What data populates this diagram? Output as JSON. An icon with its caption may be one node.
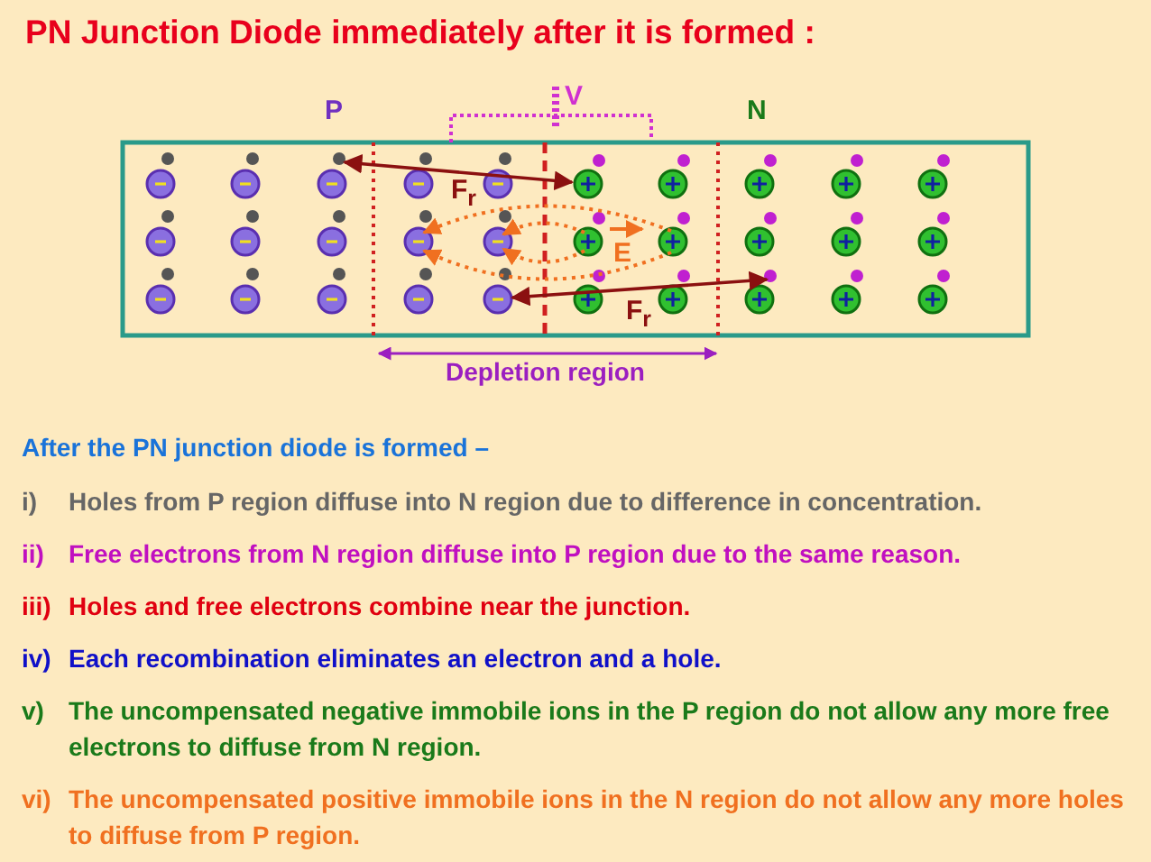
{
  "diagram": {
    "title": "PN Junction Diode immediately after it is formed :",
    "labels": [
      "P",
      "V",
      "N",
      "F$_{r}$",
      "E",
      "F$_{r}$",
      "Depletion region",
      "After the PN junction diode is formed –",
      "i)",
      "Holes from P region diffuse into N region due to difference in concentration.",
      "ii)",
      "Free electrons from N region diffuse into P region due to the same reason.",
      "iii)",
      "Holes and free electrons combine near the junction.",
      "iv)",
      "Each recombination eliminates an electron and a hole.",
      "v)",
      "The uncompensated negative immobile ions in the P region do not allow any more free electrons to diffuse from N region.",
      "vi)",
      "The uncompensated positive immobile ions in the N region do not allow any more holes to diffuse from P region."
    ]
  }
}
